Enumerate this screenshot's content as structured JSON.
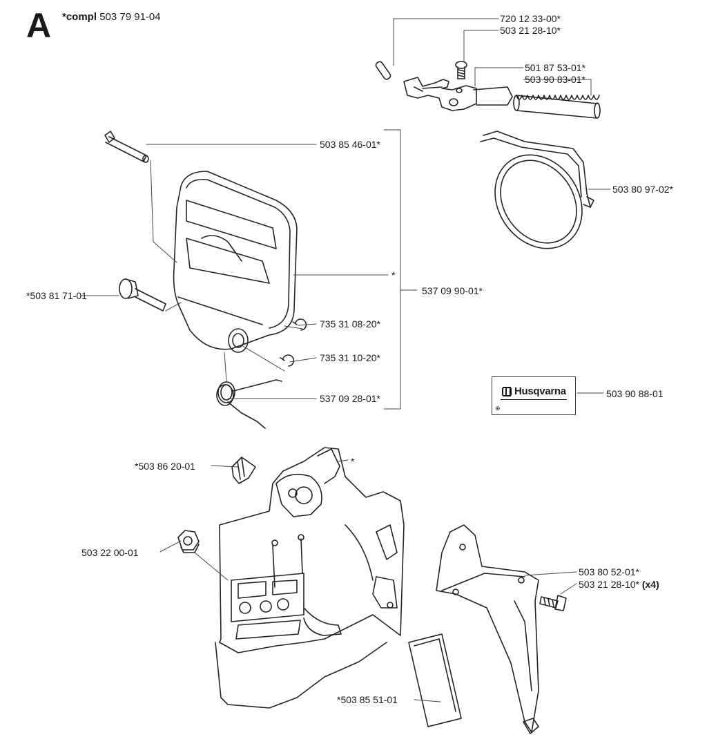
{
  "section": {
    "letter": "A",
    "compl_prefix": "*compl",
    "compl_number": "503 79 91-04"
  },
  "brand_label": {
    "name": "Husqvarna",
    "mark": "⊕"
  },
  "parts": [
    {
      "id": "p1",
      "text": "720 12 33-00*"
    },
    {
      "id": "p2",
      "text": "503 21 28-10*"
    },
    {
      "id": "p3",
      "text": "501 87 53-01*"
    },
    {
      "id": "p4",
      "text": "503 90 83-01*"
    },
    {
      "id": "p5",
      "text": "503 85 46-01*"
    },
    {
      "id": "p6",
      "text": "503 80 97-02*"
    },
    {
      "id": "p7",
      "text": "*"
    },
    {
      "id": "p8",
      "text": "*503 81 71-01"
    },
    {
      "id": "p9",
      "text": "537 09 90-01*"
    },
    {
      "id": "p10",
      "text": "735 31 08-20*"
    },
    {
      "id": "p11",
      "text": "735 31 10-20*"
    },
    {
      "id": "p12",
      "text": "503 90 88-01"
    },
    {
      "id": "p13",
      "text": "537 09 28-01*"
    },
    {
      "id": "p14",
      "text": "*503 86 20-01"
    },
    {
      "id": "p15",
      "text": "*"
    },
    {
      "id": "p16",
      "text": "503 22 00-01"
    },
    {
      "id": "p17",
      "text": "503 80 52-01*"
    },
    {
      "id": "p18",
      "text": "503 21 28-10*",
      "suffix": " (x4)"
    },
    {
      "id": "p19",
      "text": "*503 85 51-01"
    }
  ]
}
